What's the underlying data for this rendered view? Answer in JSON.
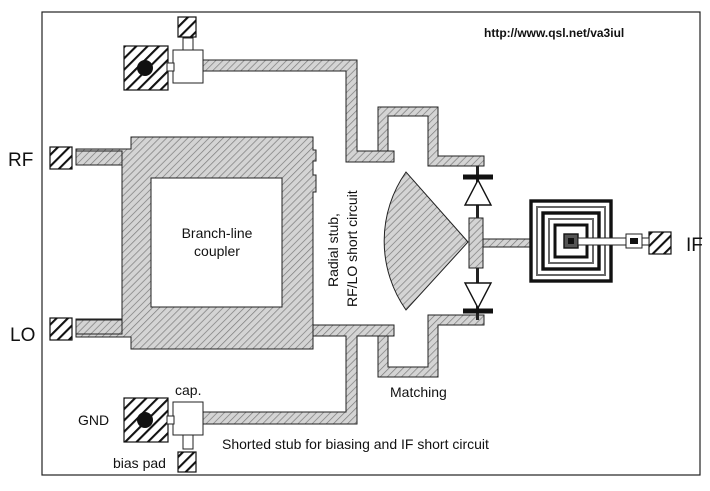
{
  "url": "http://www.qsl.net/va3iul",
  "ports": {
    "rf": "RF",
    "lo": "LO",
    "if": "IF"
  },
  "coupler": {
    "line1": "Branch-line",
    "line2": "coupler"
  },
  "radial_stub": {
    "line1": "Radial stub,",
    "line2": "RF/LO short circuit"
  },
  "matching": "Matching",
  "gnd": "GND",
  "cap": "cap.",
  "bias_pad": "bias pad",
  "shorted_stub": "Shorted stub for biasing and IF short circuit",
  "colors": {
    "trace_fill": "#d6d6d6",
    "trace_stroke": "#222222",
    "diode": "#111111"
  }
}
